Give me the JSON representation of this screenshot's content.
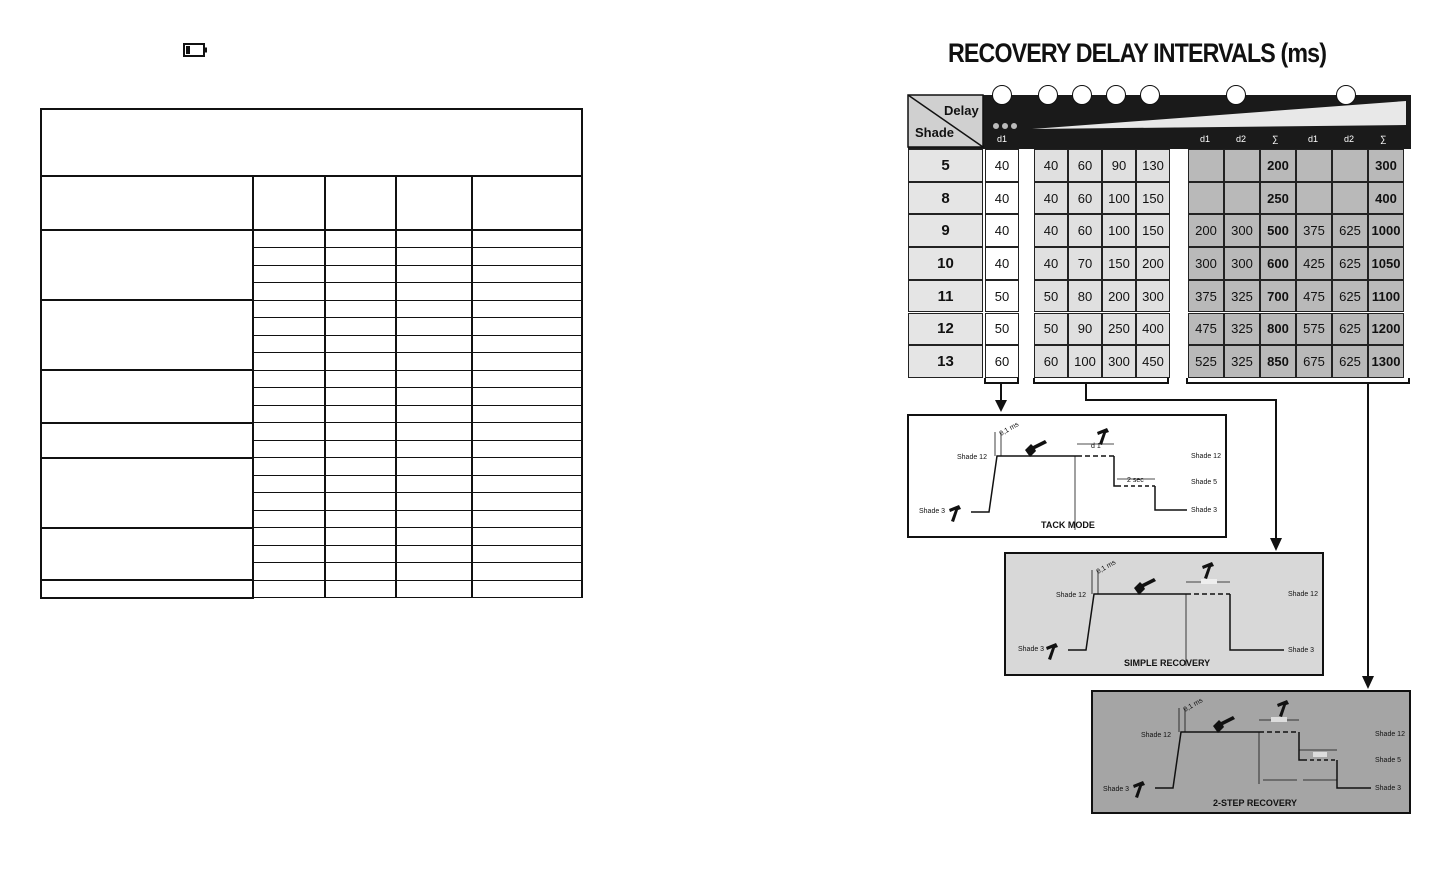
{
  "title": "RECOVERY DELAY INTERVALS (ms)",
  "table": {
    "corner_top": "Delay",
    "corner_bottom": "Shade",
    "d1_header": "d1",
    "right_headers": [
      "d1",
      "d2",
      "∑",
      "d1",
      "d2",
      "∑"
    ],
    "rows": [
      {
        "shade": "5",
        "d1": "40",
        "mid": [
          "40",
          "60",
          "90",
          "130"
        ],
        "right": [
          "",
          "",
          "200",
          "",
          "",
          "300"
        ]
      },
      {
        "shade": "8",
        "d1": "40",
        "mid": [
          "40",
          "60",
          "100",
          "150"
        ],
        "right": [
          "",
          "",
          "250",
          "",
          "",
          "400"
        ]
      },
      {
        "shade": "9",
        "d1": "40",
        "mid": [
          "40",
          "60",
          "100",
          "150"
        ],
        "right": [
          "200",
          "300",
          "500",
          "375",
          "625",
          "1000"
        ]
      },
      {
        "shade": "10",
        "d1": "40",
        "mid": [
          "40",
          "70",
          "150",
          "200"
        ],
        "right": [
          "300",
          "300",
          "600",
          "425",
          "625",
          "1050"
        ]
      },
      {
        "shade": "11",
        "d1": "50",
        "mid": [
          "50",
          "80",
          "200",
          "300"
        ],
        "right": [
          "375",
          "325",
          "700",
          "475",
          "625",
          "1100"
        ]
      },
      {
        "shade": "12",
        "d1": "50",
        "mid": [
          "50",
          "90",
          "250",
          "400"
        ],
        "right": [
          "475",
          "325",
          "800",
          "575",
          "625",
          "1200"
        ]
      },
      {
        "shade": "13",
        "d1": "60",
        "mid": [
          "60",
          "100",
          "300",
          "450"
        ],
        "right": [
          "525",
          "325",
          "850",
          "675",
          "625",
          "1300"
        ]
      }
    ]
  },
  "diagrams": {
    "tack": {
      "title": "TACK MODE",
      "shade12_left": "Shade 12",
      "shade3_left": "Shade 3",
      "shade12_right": "Shade 12",
      "shade5_right": "Shade 5",
      "shade3_right": "Shade 3",
      "t01": "0,1 ms",
      "d1": "d 1",
      "sec2": "2 sec"
    },
    "simple": {
      "title": "SIMPLE RECOVERY",
      "shade12_left": "Shade 12",
      "shade3_left": "Shade 3",
      "shade12_right": "Shade 12",
      "shade3_right": "Shade 3",
      "t01": "0,1 ms"
    },
    "twostep": {
      "title": "2-STEP RECOVERY",
      "shade12_left": "Shade 12",
      "shade3_left": "Shade 3",
      "shade12_right": "Shade 12",
      "shade5_right": "Shade 5",
      "shade3_right": "Shade 3",
      "t01": "0,1 ms"
    }
  }
}
